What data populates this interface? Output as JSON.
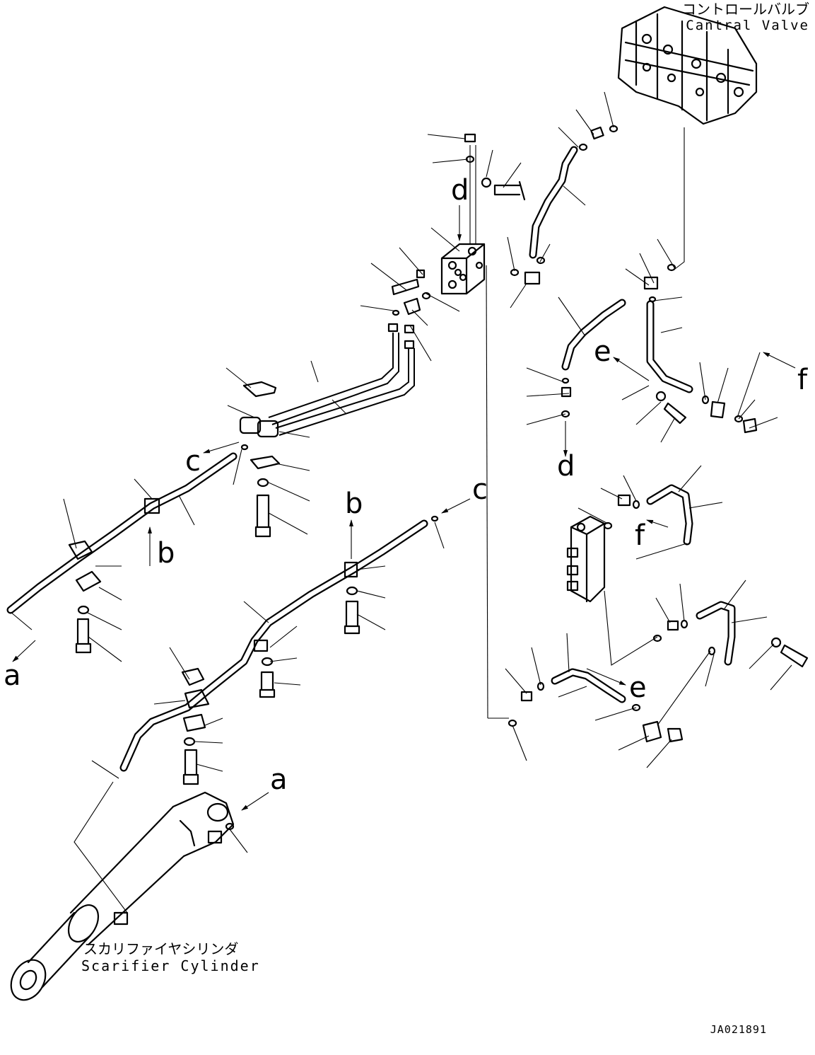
{
  "labels": {
    "control_valve_jp": "コントロールバルブ",
    "control_valve_en": "Cantral Valve",
    "scarifier_jp": "スカリファイヤシリンダ",
    "scarifier_en": "Scarifier Cylinder",
    "drawing_number": "JA021891"
  },
  "connection_refs": {
    "a": "a",
    "b": "b",
    "c": "c",
    "d": "d",
    "e": "e",
    "f": "f"
  }
}
